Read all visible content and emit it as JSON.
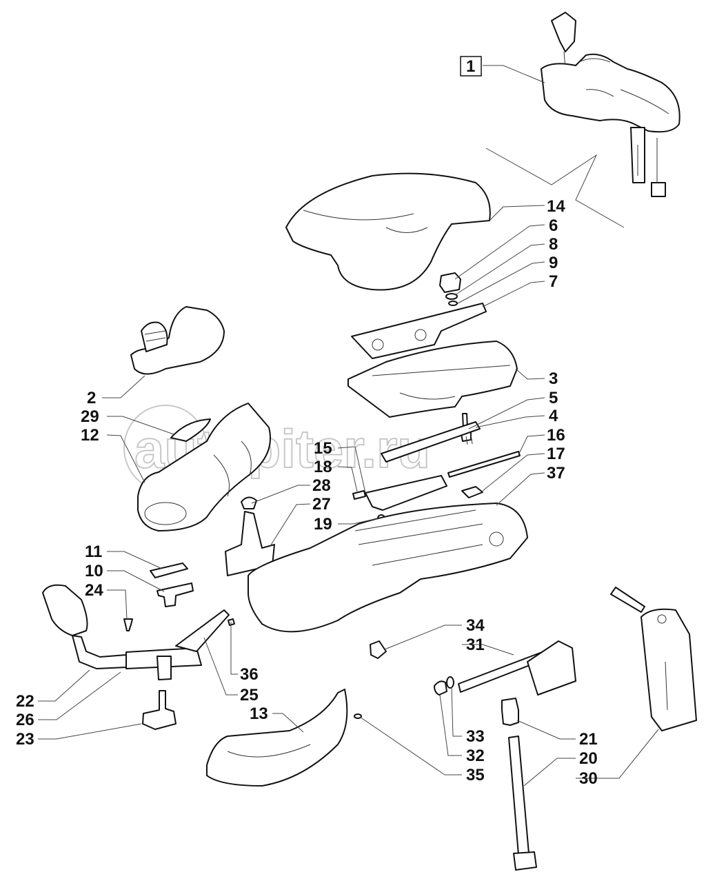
{
  "diagram": {
    "type": "exploded-parts-diagram",
    "watermark": "autopiter.ru",
    "colors": {
      "line": "#111111",
      "background": "#ffffff",
      "watermark": "#c8c8c8"
    },
    "assembly_label": "1",
    "callouts": [
      {
        "id": "c1",
        "label": "1",
        "part": "complete armrest assembly"
      },
      {
        "id": "c14",
        "label": "14",
        "part": "armrest top cover"
      },
      {
        "id": "c6",
        "label": "6",
        "part": "knob"
      },
      {
        "id": "c8",
        "label": "8",
        "part": "washer"
      },
      {
        "id": "c9",
        "label": "9",
        "part": "nut"
      },
      {
        "id": "c7",
        "label": "7",
        "part": "plate"
      },
      {
        "id": "c2",
        "label": "2",
        "part": "control knob housing"
      },
      {
        "id": "c3",
        "label": "3",
        "part": "upper shell"
      },
      {
        "id": "c5",
        "label": "5",
        "part": "switch"
      },
      {
        "id": "c4",
        "label": "4",
        "part": "bracket"
      },
      {
        "id": "c29",
        "label": "29",
        "part": "trim"
      },
      {
        "id": "c12",
        "label": "12",
        "part": "front housing"
      },
      {
        "id": "c16",
        "label": "16",
        "part": "rod"
      },
      {
        "id": "c17",
        "label": "17",
        "part": "block"
      },
      {
        "id": "c15",
        "label": "15",
        "part": "screw"
      },
      {
        "id": "c37",
        "label": "37",
        "part": "armrest base"
      },
      {
        "id": "c18",
        "label": "18",
        "part": "bolt"
      },
      {
        "id": "c28",
        "label": "28",
        "part": "clip"
      },
      {
        "id": "c27",
        "label": "27",
        "part": "mounting bracket"
      },
      {
        "id": "c19",
        "label": "19",
        "part": "nut"
      },
      {
        "id": "c11",
        "label": "11",
        "part": "plate"
      },
      {
        "id": "c10",
        "label": "10",
        "part": "bracket"
      },
      {
        "id": "c24",
        "label": "24",
        "part": "screw"
      },
      {
        "id": "c36",
        "label": "36",
        "part": "screw"
      },
      {
        "id": "c25",
        "label": "25",
        "part": "linkage"
      },
      {
        "id": "c22",
        "label": "22",
        "part": "joystick lever"
      },
      {
        "id": "c26",
        "label": "26",
        "part": "lever base"
      },
      {
        "id": "c23",
        "label": "23",
        "part": "adjustment knob"
      },
      {
        "id": "c13",
        "label": "13",
        "part": "lower cover"
      },
      {
        "id": "c34",
        "label": "34",
        "part": "clip"
      },
      {
        "id": "c31",
        "label": "31",
        "part": "handle"
      },
      {
        "id": "c33",
        "label": "33",
        "part": "washer"
      },
      {
        "id": "c32",
        "label": "32",
        "part": "cap nut"
      },
      {
        "id": "c35",
        "label": "35",
        "part": "washer"
      },
      {
        "id": "c21",
        "label": "21",
        "part": "bushing"
      },
      {
        "id": "c20",
        "label": "20",
        "part": "cable"
      },
      {
        "id": "c30",
        "label": "30",
        "part": "support bracket"
      }
    ]
  }
}
